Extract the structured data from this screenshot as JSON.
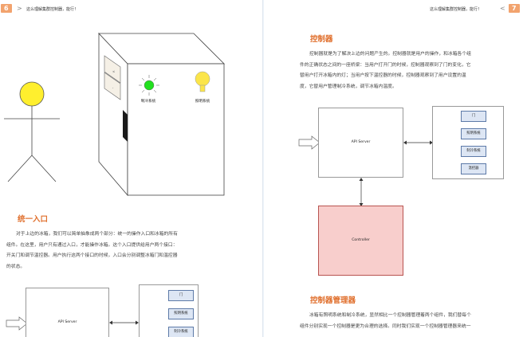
{
  "left_page": {
    "page_number": "6",
    "header_chevron": ">",
    "header_title": "这么理解集群控制器，能行！",
    "fridge": {
      "cooling_label": "制冷系统",
      "light_label": "照明系统"
    },
    "section_heading": "统一入口",
    "paragraph_lines": [
      "对于上边的冰箱，我们可以简单抽象成两个部分：统一的操作入口和冰箱的所有",
      "组件。在这里，用户只有通过入口，才能操作冰箱。这个入口提供给用户两个接口：",
      "开关门和调节温控器。用户执行这两个接口的时候，入口会分别调整冰箱门和温控器",
      "的状态。"
    ],
    "diagram": {
      "api_server_label": "API Server",
      "components": [
        "门",
        "照明系统",
        "制冷系统"
      ]
    }
  },
  "right_page": {
    "page_number": "7",
    "header_chevron": "<",
    "header_title": "这么理解集群控制器，能行！",
    "section_heading": "控制器",
    "paragraph_lines": [
      "控制器就是为了解决上边的问题产生的。控制器就是用户的操作，和冰箱各个组",
      "件的正确状态之间的一座桥梁：当用户打开门的时候，控制器观察到了门的变化，它",
      "替用户打开冰箱内的灯；当用户按下温控器的时候，控制器观察到了用户设置的温",
      "度，它替用户管理制冷系统，调节冰箱内温度。"
    ],
    "diagram": {
      "api_server_label": "API Server",
      "controller_label": "Controller",
      "components": [
        "门",
        "照明系统",
        "制冷系统",
        "温控器"
      ]
    },
    "section2_heading": "控制器管理器",
    "paragraph2_lines": [
      "冰箱有照明系统和制冷系统，显然相比一个控制器管理着两个组件，我们替每个",
      "组件分别实现一个控制器是更为合理的选择。同时我们实现一个控制器管理器来统一"
    ]
  },
  "colors": {
    "accent": "#e06f2c",
    "page_badge": "#f2a36e",
    "controller_fill": "#f8cecc",
    "controller_border": "#b85450",
    "component_fill": "#dde6f4",
    "component_border": "#5d7aa8",
    "bulb": "#fbe54a",
    "led": "#22e01f",
    "stick_head": "#ffef2e"
  }
}
